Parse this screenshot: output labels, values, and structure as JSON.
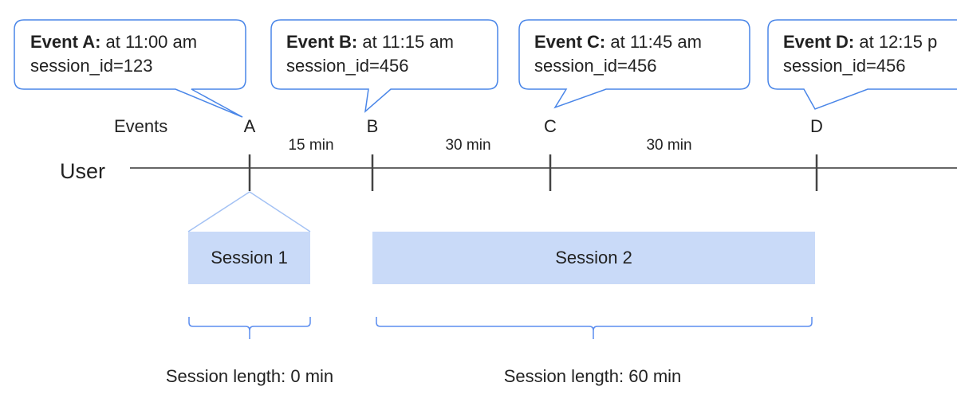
{
  "events_label": "Events",
  "user_label": "User",
  "callouts": [
    {
      "title": "Event A:",
      "time": " at 11:00 am",
      "session": "session_id=123"
    },
    {
      "title": "Event B:",
      "time": " at 11:15 am",
      "session": "session_id=456"
    },
    {
      "title": "Event C:",
      "time": " at 11:45 am",
      "session": "session_id=456"
    },
    {
      "title": "Event D:",
      "time": " at 12:15 p",
      "session": "session_id=456"
    }
  ],
  "event_letters": [
    "A",
    "B",
    "C",
    "D"
  ],
  "intervals": [
    "15 min",
    "30 min",
    "30 min"
  ],
  "sessions": [
    {
      "label": "Session 1",
      "length": "Session length: 0 min"
    },
    {
      "label": "Session 2",
      "length": "Session length: 60 min"
    }
  ],
  "colors": {
    "callout_border": "#4a86e8",
    "session_fill": "#c9daf8",
    "timeline": "#666666",
    "ticks": "#444444",
    "brace": "#5b8def"
  }
}
